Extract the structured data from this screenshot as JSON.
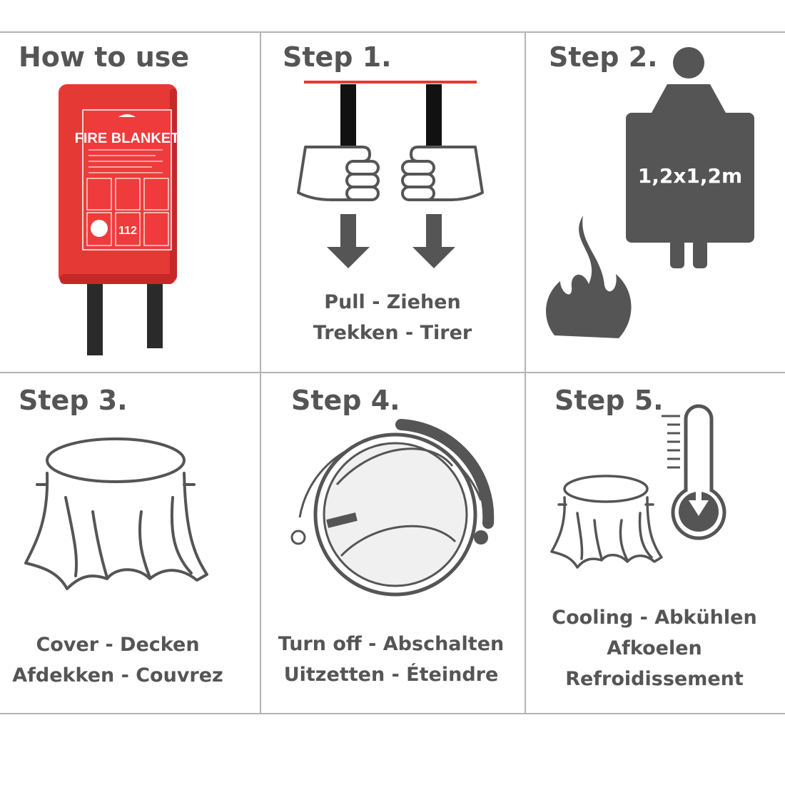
{
  "cells": [
    {
      "title": "How to use",
      "caption": []
    },
    {
      "title": "Step 1.",
      "caption": [
        "Pull - Ziehen",
        "Trekken - Tirer"
      ]
    },
    {
      "title": "Step 2.",
      "caption": []
    },
    {
      "title": "Step 3.",
      "caption": [
        "Cover - Decken",
        "Afdekken - Couvrez"
      ]
    },
    {
      "title": "Step 4.",
      "caption": [
        "Turn off - Abschalten",
        "Uitzetten - Éteindre"
      ]
    },
    {
      "title": "Step 5.",
      "caption": [
        "Cooling - Abkühlen",
        "Afkoelen",
        "Refroidissement"
      ]
    }
  ],
  "product": {
    "label": "FIRE BLANKET",
    "emergency_number": "112"
  },
  "blanket_size": "1,2x1,2m",
  "icons": [
    "fire-blanket-package-image",
    "hands-pulling-straps-icon",
    "down-arrow-icon",
    "person-holding-blanket-icon",
    "flame-icon",
    "covered-pot-icon",
    "stove-knob-icon",
    "thermometer-down-icon"
  ],
  "colors": {
    "icon_gray": "#555555",
    "grid_line": "#b3b3b3",
    "accent_red": "#e53935"
  }
}
